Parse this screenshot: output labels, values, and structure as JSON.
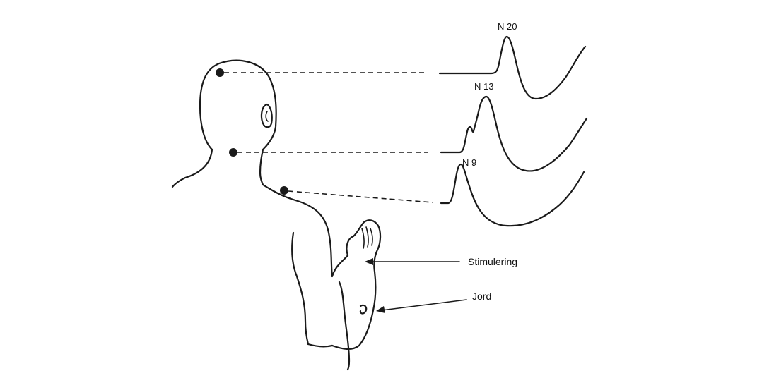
{
  "labels": {
    "peak_n20": "N 20",
    "peak_n13": "N 13",
    "peak_n9": "N 9",
    "stimulation": "Stimulering",
    "ground": "Jord"
  },
  "colors": {
    "ink": "#1a1a1a",
    "background": "#ffffff"
  },
  "icons": {
    "electrode_scalp": "filled-circle",
    "electrode_neck": "filled-circle",
    "electrode_shoulder": "filled-circle",
    "ground_electrode": "small-hook"
  }
}
